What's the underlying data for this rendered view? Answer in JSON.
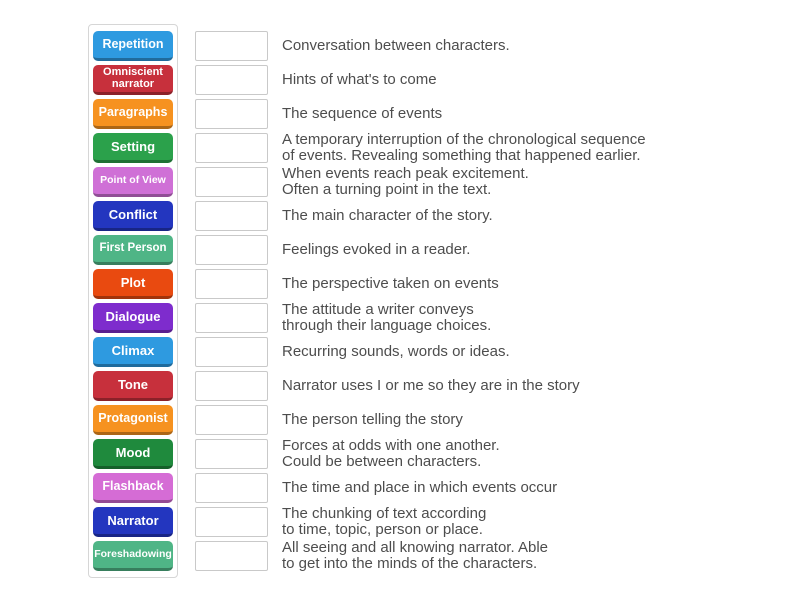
{
  "activity": {
    "type": "match-up",
    "slot_border_color": "#c9c9c9",
    "definition_text_color": "#4d4d4d",
    "tiles": [
      {
        "label": "Repetition",
        "color": "#2e9ae0"
      },
      {
        "label": "Omniscient narrator",
        "color": "#c7303c"
      },
      {
        "label": "Paragraphs",
        "color": "#f69220"
      },
      {
        "label": "Setting",
        "color": "#2ba14b"
      },
      {
        "label": "Point of View",
        "color": "#cf70d6"
      },
      {
        "label": "Conflict",
        "color": "#2336bf"
      },
      {
        "label": "First Person",
        "color": "#4fb586"
      },
      {
        "label": "Plot",
        "color": "#e94a10"
      },
      {
        "label": "Dialogue",
        "color": "#7e2ccd"
      },
      {
        "label": "Climax",
        "color": "#2e9ae0"
      },
      {
        "label": "Tone",
        "color": "#c7303c"
      },
      {
        "label": "Protagonist",
        "color": "#f69220"
      },
      {
        "label": "Mood",
        "color": "#1f8a3d"
      },
      {
        "label": "Flashback",
        "color": "#d56cd5"
      },
      {
        "label": "Narrator",
        "color": "#2336bf"
      },
      {
        "label": "Foreshadowing",
        "color": "#4fb586"
      }
    ],
    "rows": [
      {
        "definition": "Conversation between characters."
      },
      {
        "definition": "Hints of what's to come"
      },
      {
        "definition": "The sequence of events"
      },
      {
        "definition": "A temporary interruption of the chronological sequence\nof events. Revealing something that happened earlier."
      },
      {
        "definition": "When events reach peak excitement.\nOften a turning point in the text."
      },
      {
        "definition": "The main character of the story."
      },
      {
        "definition": "Feelings evoked in a reader."
      },
      {
        "definition": "The perspective taken on events"
      },
      {
        "definition": "The attitude a writer conveys\nthrough their language choices."
      },
      {
        "definition": "Recurring sounds, words or ideas."
      },
      {
        "definition": "Narrator uses I or me so they are in the story"
      },
      {
        "definition": "The person telling the story"
      },
      {
        "definition": "Forces at odds with one another.\nCould be between characters."
      },
      {
        "definition": "The time and place in which events occur"
      },
      {
        "definition": "The chunking of text according\nto time, topic, person or place."
      },
      {
        "definition": "All seeing and all knowing narrator. Able\nto get into the minds of the characters."
      }
    ]
  }
}
